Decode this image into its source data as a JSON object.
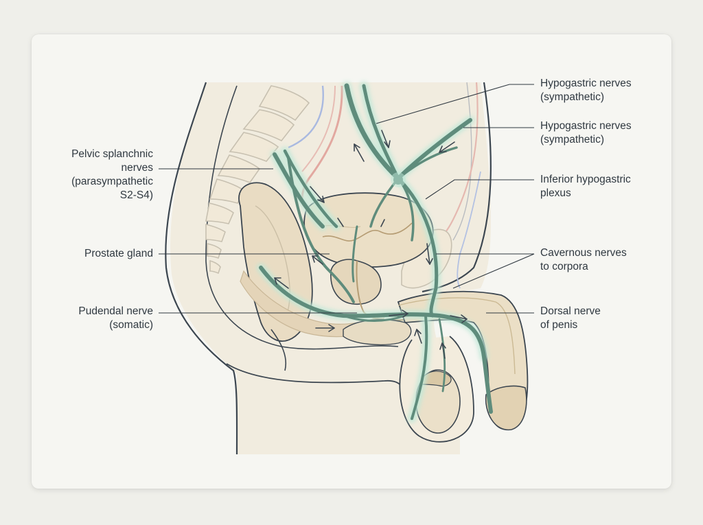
{
  "labels": {
    "hypogastric_1": {
      "line1": "Hypogastric nerves",
      "line2": "(sympathetic)"
    },
    "hypogastric_2": {
      "line1": "Hypogastric nerves",
      "line2": "(sympathetic)"
    },
    "inferior_plexus": {
      "line1": "Inferior hypogastric",
      "line2": "plexus"
    },
    "cavernous": {
      "line1": "Cavernous nerves",
      "line2": "to corpora"
    },
    "dorsal": {
      "line1": "Dorsal nerve",
      "line2": "of penis"
    },
    "pelvic_splanchnic": {
      "line1": "Pelvic splanchnic",
      "line2": "nerves",
      "line3": "(parasympathetic",
      "line4": "S2-S4)"
    },
    "prostate": {
      "line1": "Prostate gland"
    },
    "pudendal": {
      "line1": "Pudendal nerve",
      "line2": "(somatic)"
    }
  },
  "colors": {
    "background": "#efefea",
    "card": "#f6f6f2",
    "outline": "#3c4650",
    "tissue": "#ece3d0",
    "bone": "#f1e9d8",
    "nerve": "#5f8c7c",
    "nerve_glow": "#bfe8d8",
    "artery": "#e2a8a0",
    "vein": "#a9b9e0",
    "leader": "#2f3840"
  }
}
